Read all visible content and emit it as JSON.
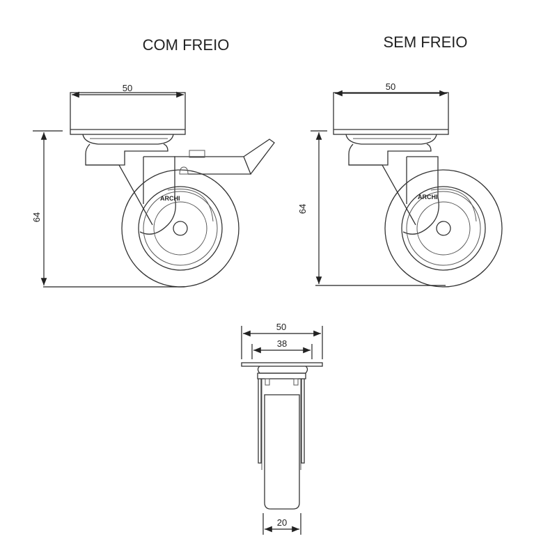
{
  "titles": {
    "with_brake": "COM FREIO",
    "without_brake": "SEM FREIO"
  },
  "dimensions": {
    "plate_width": "50",
    "height": "64",
    "bolt_spacing": "38",
    "wheel_width": "20"
  },
  "brand": "ARCHI",
  "colors": {
    "line": "#333333",
    "background": "#ffffff"
  }
}
